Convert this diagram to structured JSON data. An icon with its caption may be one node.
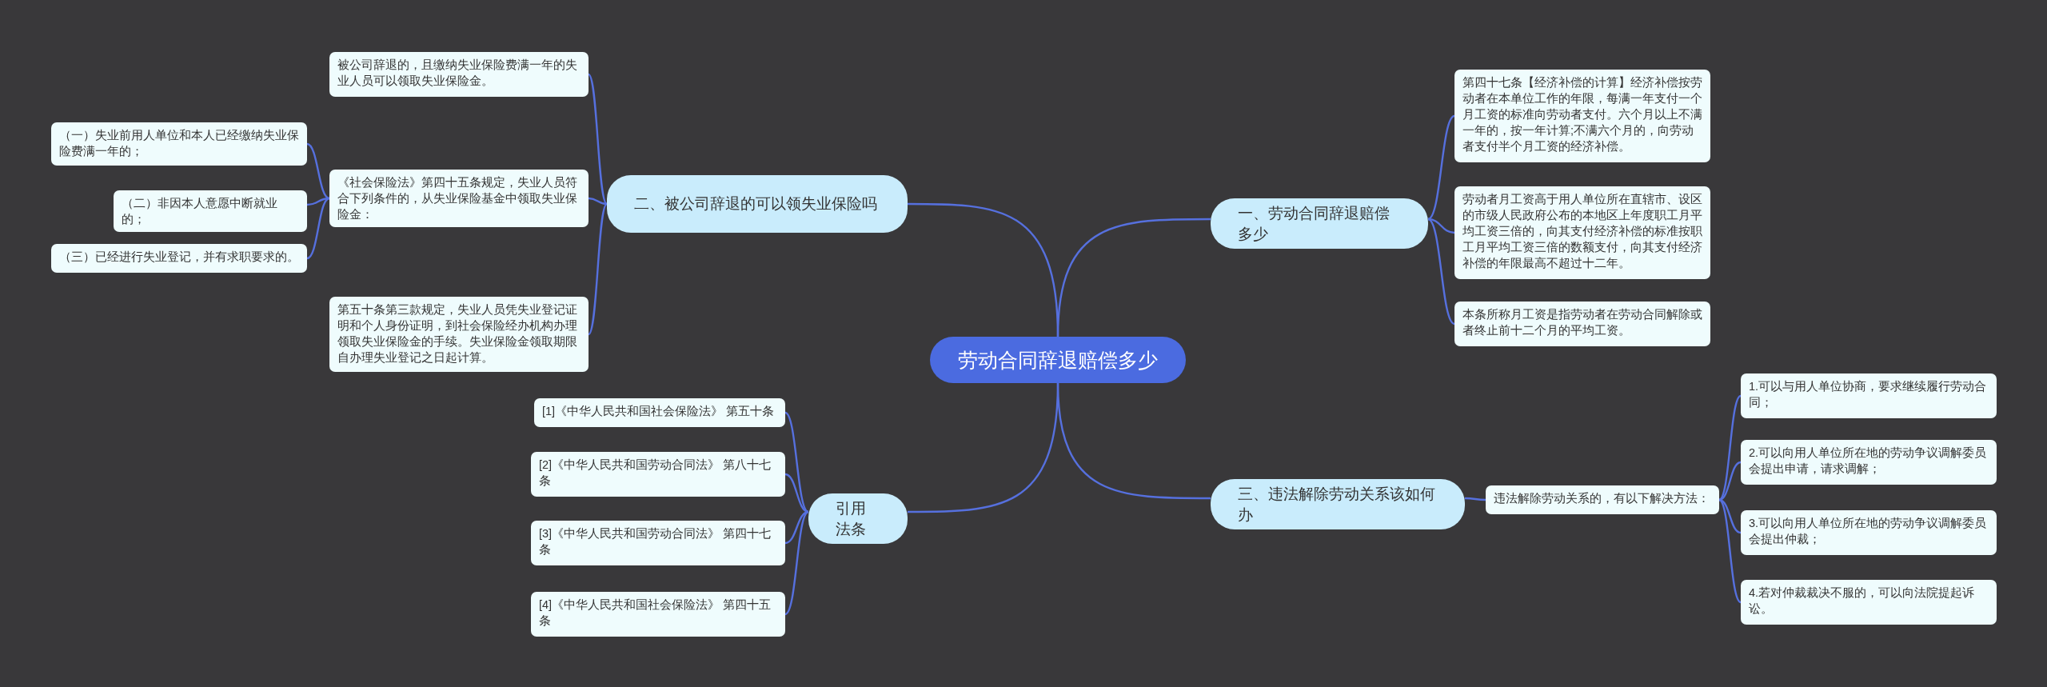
{
  "diagram": {
    "nodes": [
      {
        "text": [
          "劳动合同辞退赔偿多少"
        ]
      },
      {
        "text": [
          "一、劳动合同辞退赔偿多少"
        ]
      },
      {
        "text": [
          "第四十七条【经济补偿的计算】经济补偿按劳动者在本单位工作的年限，每满一年支付一个月工资的标准向劳动者支付。六个月以上不满一年的，按一年计算;不满六个月的，向劳动者支付半个月工资的经济补偿。"
        ]
      },
      {
        "text": [
          "劳动者月工资高于用人单位所在直辖市、设区的市级人民政府公布的本地区上年度职工月平均工资三倍的，向其支付经济补偿的标准按职工月平均工资三倍的数额支付，向其支付经济补偿的年限最高不超过十二年。"
        ]
      },
      {
        "text": [
          "本条所称月工资是指劳动者在劳动合同解除或者终止前十二个月的平均工资。"
        ]
      },
      {
        "text": [
          "三、违法解除劳动关系该如何办"
        ]
      },
      {
        "text": [
          "违法解除劳动关系的，有以下解决方法："
        ]
      },
      {
        "text": [
          "1.可以与用人单位协商，要求继续履行劳动合同；"
        ]
      },
      {
        "text": [
          "2.可以向用人单位所在地的劳动争议调解委员会提出申请，请求调解；"
        ]
      },
      {
        "text": [
          "3.可以向用人单位所在地的劳动争议调解委员会提出仲裁；"
        ]
      },
      {
        "text": [
          "4.若对仲裁裁决不服的，可以向法院提起诉讼。"
        ]
      },
      {
        "text": [
          "二、被公司辞退的可以领失业保险吗"
        ]
      },
      {
        "text": [
          "被公司辞退的，且缴纳失业保险费满一年的失业人员可以领取失业保险金。"
        ]
      },
      {
        "text": [
          "《社会保险法》第四十五条规定，失业人员符合下列条件的，从失业保险基金中领取失业保险金："
        ]
      },
      {
        "text": [
          "（一）失业前用人单位和本人已经缴纳失业保险费满一年的；"
        ]
      },
      {
        "text": [
          "（二）非因本人意愿中断就业的；"
        ]
      },
      {
        "text": [
          "（三）已经进行失业登记，并有求职要求的。"
        ]
      },
      {
        "text": [
          "第五十条第三款规定，失业人员凭失业登记证明和个人身份证明，到社会保险经办机构办理领取失业保险金的手续。失业保险金领取期限自办理失业登记之日起计算。"
        ]
      },
      {
        "text": [
          "引用法条"
        ]
      },
      {
        "text": [
          "[1]《中华人民共和国社会保险法》 第五十条"
        ]
      },
      {
        "text": [
          "[2]《中华人民共和国劳动合同法》 第八十七条"
        ]
      },
      {
        "text": [
          "[3]《中华人民共和国劳动合同法》 第四十七条"
        ]
      },
      {
        "text": [
          "[4]《中华人民共和国社会保险法》 第四十五条"
        ]
      }
    ],
    "edges": [
      {
        "from": 0,
        "to": 1,
        "arrow": "none"
      },
      {
        "from": 1,
        "to": 2,
        "arrow": "none"
      },
      {
        "from": 1,
        "to": 3,
        "arrow": "none"
      },
      {
        "from": 1,
        "to": 4,
        "arrow": "none"
      },
      {
        "from": 0,
        "to": 5,
        "arrow": "none"
      },
      {
        "from": 5,
        "to": 6,
        "arrow": "none"
      },
      {
        "from": 6,
        "to": 7,
        "arrow": "none"
      },
      {
        "from": 6,
        "to": 8,
        "arrow": "none"
      },
      {
        "from": 6,
        "to": 9,
        "arrow": "none"
      },
      {
        "from": 6,
        "to": 10,
        "arrow": "none"
      },
      {
        "from": 0,
        "to": 11,
        "arrow": "none"
      },
      {
        "from": 11,
        "to": 12,
        "arrow": "none"
      },
      {
        "from": 11,
        "to": 13,
        "arrow": "none"
      },
      {
        "from": 13,
        "to": 14,
        "arrow": "none"
      },
      {
        "from": 13,
        "to": 15,
        "arrow": "none"
      },
      {
        "from": 13,
        "to": 16,
        "arrow": "none"
      },
      {
        "from": 11,
        "to": 17,
        "arrow": "none"
      },
      {
        "from": 0,
        "to": 18,
        "arrow": "none"
      },
      {
        "from": 18,
        "to": 19,
        "arrow": "none"
      },
      {
        "from": 18,
        "to": 20,
        "arrow": "none"
      },
      {
        "from": 18,
        "to": 21,
        "arrow": "none"
      },
      {
        "from": 18,
        "to": 22,
        "arrow": "none"
      }
    ]
  }
}
